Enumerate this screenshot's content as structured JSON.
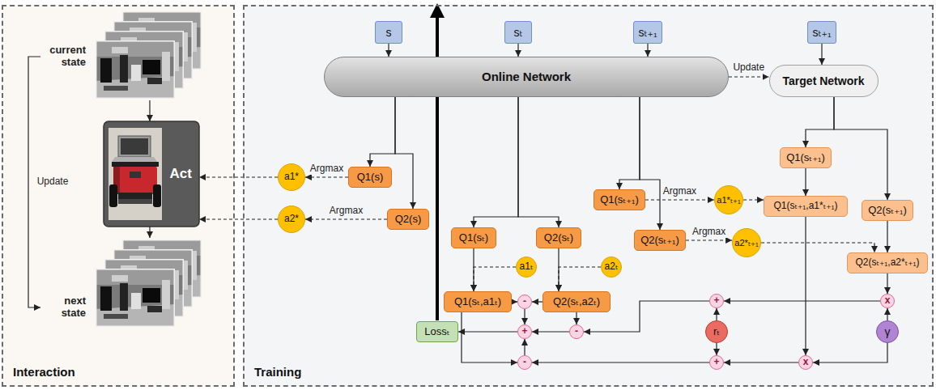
{
  "diagram": {
    "nodes": [
      {
        "text": [
          "Interaction"
        ]
      },
      {
        "text": [
          "current state"
        ],
        "in": 0
      },
      {
        "text": [
          "Act"
        ],
        "in": 0
      },
      {
        "text": [
          "next state"
        ],
        "in": 0
      },
      {
        "text": [
          "Training"
        ]
      },
      {
        "text": [
          "s"
        ],
        "in": 4
      },
      {
        "text": [
          "sₜ"
        ],
        "in": 4
      },
      {
        "text": [
          "sₜ₊₁"
        ],
        "in": 4
      },
      {
        "text": [
          "sₜ₊₁"
        ],
        "in": 4
      },
      {
        "text": [
          "Online Network"
        ],
        "in": 4
      },
      {
        "text": [
          "Target Network"
        ],
        "in": 4
      },
      {
        "text": [
          "a1*"
        ],
        "in": 4
      },
      {
        "text": [
          "Q1(s)"
        ],
        "in": 4
      },
      {
        "text": [
          "a2*"
        ],
        "in": 4
      },
      {
        "text": [
          "Q2(s)"
        ],
        "in": 4
      },
      {
        "text": [
          "Q1(sₜ)"
        ],
        "in": 4
      },
      {
        "text": [
          "Q2(sₜ)"
        ],
        "in": 4
      },
      {
        "text": [
          "a1ₜ"
        ],
        "in": 4
      },
      {
        "text": [
          "a2ₜ"
        ],
        "in": 4
      },
      {
        "text": [
          "Q1(sₜ₊₁)"
        ],
        "in": 4
      },
      {
        "text": [
          "a1*ₜ₊₁"
        ],
        "in": 4
      },
      {
        "text": [
          "Q2(sₜ₊₁)"
        ],
        "in": 4
      },
      {
        "text": [
          "a2*ₜ₊₁"
        ],
        "in": 4
      },
      {
        "text": [
          "Q1(sₜ₊₁)"
        ],
        "in": 4
      },
      {
        "text": [
          "Q1(sₜ₊₁,a1*ₜ₊₁)"
        ],
        "in": 4
      },
      {
        "text": [
          "Q2(sₜ₊₁)"
        ],
        "in": 4
      },
      {
        "text": [
          "Q2(sₜ₊₁,a2*ₜ₊₁)"
        ],
        "in": 4
      },
      {
        "text": [
          "Q1(sₜ,a1ₜ)"
        ],
        "in": 4
      },
      {
        "text": [
          "-"
        ],
        "in": 4
      },
      {
        "text": [
          "Q2(sₜ,a2ₜ)"
        ],
        "in": 4
      },
      {
        "text": [
          "Lossₜ"
        ],
        "in": 4
      },
      {
        "text": [
          "+"
        ],
        "in": 4
      },
      {
        "text": [
          "-"
        ],
        "in": 4
      },
      {
        "text": [
          "+"
        ],
        "in": 4
      },
      {
        "text": [
          "rₜ"
        ],
        "in": 4
      },
      {
        "text": [
          "x"
        ],
        "in": 4
      },
      {
        "text": [
          "γ"
        ],
        "in": 4
      },
      {
        "text": [
          "-"
        ],
        "in": 4
      },
      {
        "text": [
          "+"
        ],
        "in": 4
      },
      {
        "text": [
          "x"
        ],
        "in": 4
      }
    ],
    "edges": [
      {
        "from": 1,
        "to": 3,
        "arrow": "to",
        "label": "Update"
      },
      {
        "from": 1,
        "to": 2,
        "arrow": "to"
      },
      {
        "from": 2,
        "to": 3,
        "arrow": "to"
      },
      {
        "from": 11,
        "to": 2,
        "arrow": "to"
      },
      {
        "from": 13,
        "to": 2,
        "arrow": "to"
      },
      {
        "from": 5,
        "to": 9,
        "arrow": "to"
      },
      {
        "from": 6,
        "to": 9,
        "arrow": "to"
      },
      {
        "from": 7,
        "to": 9,
        "arrow": "to"
      },
      {
        "from": 8,
        "to": 10,
        "arrow": "to"
      },
      {
        "from": 9,
        "to": 10,
        "arrow": "to",
        "label": "Update"
      },
      {
        "from": 9,
        "to": 12,
        "arrow": "to"
      },
      {
        "from": 9,
        "to": 14,
        "arrow": "to"
      },
      {
        "from": 12,
        "to": 11,
        "arrow": "to",
        "label": "Argmax"
      },
      {
        "from": 14,
        "to": 13,
        "arrow": "to",
        "label": "Argmax"
      },
      {
        "from": 9,
        "to": 15,
        "arrow": "to"
      },
      {
        "from": 9,
        "to": 16,
        "arrow": "to"
      },
      {
        "from": 15,
        "to": 27,
        "arrow": "to"
      },
      {
        "from": 17,
        "to": 27,
        "arrow": "to"
      },
      {
        "from": 16,
        "to": 29,
        "arrow": "to"
      },
      {
        "from": 18,
        "to": 29,
        "arrow": "to"
      },
      {
        "from": 9,
        "to": 19,
        "arrow": "to"
      },
      {
        "from": 9,
        "to": 21,
        "arrow": "to"
      },
      {
        "from": 19,
        "to": 20,
        "arrow": "to",
        "label": "Argmax"
      },
      {
        "from": 21,
        "to": 22,
        "arrow": "to",
        "label": "Argmax"
      },
      {
        "from": 10,
        "to": 23,
        "arrow": "to"
      },
      {
        "from": 10,
        "to": 25,
        "arrow": "to"
      },
      {
        "from": 23,
        "to": 24,
        "arrow": "to"
      },
      {
        "from": 20,
        "to": 24,
        "arrow": "to"
      },
      {
        "from": 25,
        "to": 26,
        "arrow": "to"
      },
      {
        "from": 22,
        "to": 26,
        "arrow": "to"
      },
      {
        "from": 27,
        "to": 28,
        "arrow": "to"
      },
      {
        "from": 29,
        "to": 28,
        "arrow": "to"
      },
      {
        "from": 28,
        "to": 31,
        "arrow": "to"
      },
      {
        "from": 29,
        "to": 32,
        "arrow": "to"
      },
      {
        "from": 32,
        "to": 31,
        "arrow": "to"
      },
      {
        "from": 31,
        "to": 30,
        "arrow": "to"
      },
      {
        "from": 27,
        "to": 37,
        "arrow": "to"
      },
      {
        "from": 37,
        "to": 31,
        "arrow": "to"
      },
      {
        "from": 26,
        "to": 35,
        "arrow": "to"
      },
      {
        "from": 36,
        "to": 35,
        "arrow": "to"
      },
      {
        "from": 35,
        "to": 33,
        "arrow": "to"
      },
      {
        "from": 34,
        "to": 33,
        "arrow": "to"
      },
      {
        "from": 33,
        "to": 32,
        "arrow": "to"
      },
      {
        "from": 34,
        "to": 38,
        "arrow": "to"
      },
      {
        "from": 39,
        "to": 38,
        "arrow": "to"
      },
      {
        "from": 38,
        "to": 37,
        "arrow": "to"
      },
      {
        "from": 24,
        "to": 39,
        "arrow": "to"
      },
      {
        "from": 36,
        "to": 39,
        "arrow": "to"
      }
    ]
  }
}
